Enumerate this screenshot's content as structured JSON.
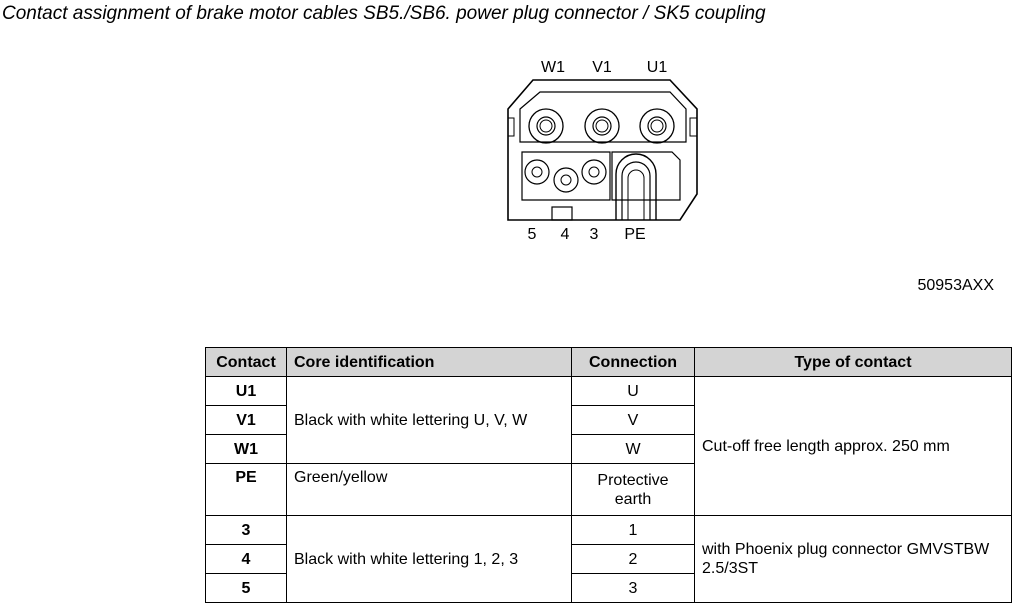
{
  "title": "Contact assignment of brake motor cables SB5./SB6. power plug connector / SK5 coupling",
  "figure": {
    "top_labels": [
      "W1",
      "V1",
      "U1"
    ],
    "bottom_labels": [
      "5",
      "4",
      "3",
      "PE"
    ],
    "figure_id": "50953AXX"
  },
  "table": {
    "headers": {
      "contact": "Contact",
      "core": "Core identification",
      "connection": "Connection",
      "type": "Type of contact"
    },
    "rows": [
      {
        "contact": "U1",
        "connection": "U"
      },
      {
        "contact": "V1",
        "connection": "V"
      },
      {
        "contact": "W1",
        "connection": "W"
      },
      {
        "contact": "PE",
        "connection": "Protective earth"
      },
      {
        "contact": "3",
        "connection": "1"
      },
      {
        "contact": "4",
        "connection": "2"
      },
      {
        "contact": "5",
        "connection": "3"
      }
    ],
    "core_groups": [
      "Black with white lettering U, V, W",
      "Green/yellow",
      "Black with white lettering 1, 2, 3"
    ],
    "type_groups": [
      "Cut-off free length approx. 250 mm",
      "with Phoenix plug connector GMVSTBW 2.5/3ST"
    ]
  }
}
